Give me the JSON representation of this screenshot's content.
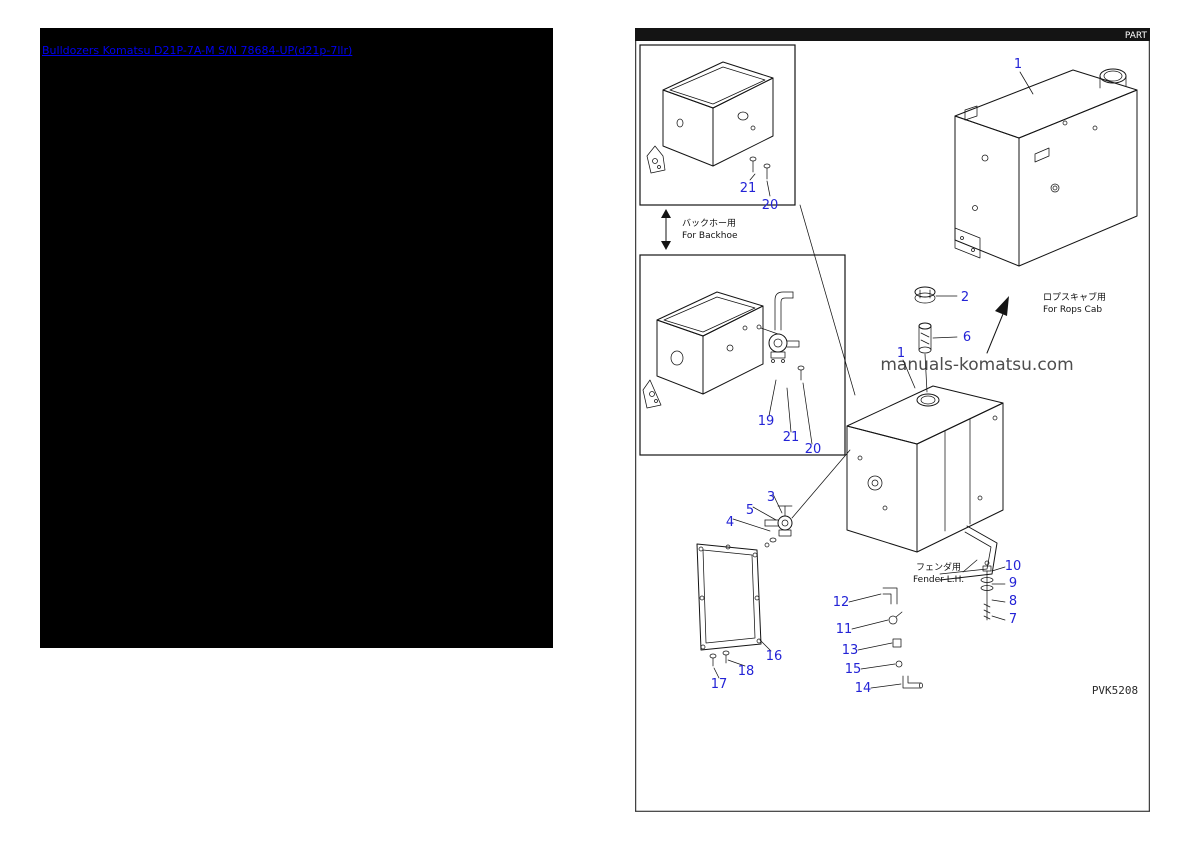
{
  "header_link": {
    "label": "Bulldozers Komatsu D21P-7A-M S/N 78684-UP(d21p-7llr)"
  },
  "frame": {
    "top_right_text": "PART"
  },
  "watermark": {
    "text": "manuals-komatsu.com"
  },
  "drawing": {
    "code": "PVK5208"
  },
  "labels": {
    "backhoe": {
      "jp": "バックホー用",
      "en": "For Backhoe"
    },
    "rops_cab": {
      "jp": "ロプスキャブ用",
      "en": "For Rops Cab"
    },
    "fender": {
      "jp": "フェンダ用",
      "en": "Fender L.H."
    }
  },
  "colors": {
    "callout": "#2323d6",
    "link": "#0000ee"
  },
  "callouts": [
    "21",
    "20",
    "1",
    "2",
    "6",
    "1",
    "19",
    "21",
    "20",
    "3",
    "5",
    "4",
    "12",
    "11",
    "13",
    "15",
    "14",
    "16",
    "18",
    "17",
    "10",
    "9",
    "8",
    "7"
  ]
}
